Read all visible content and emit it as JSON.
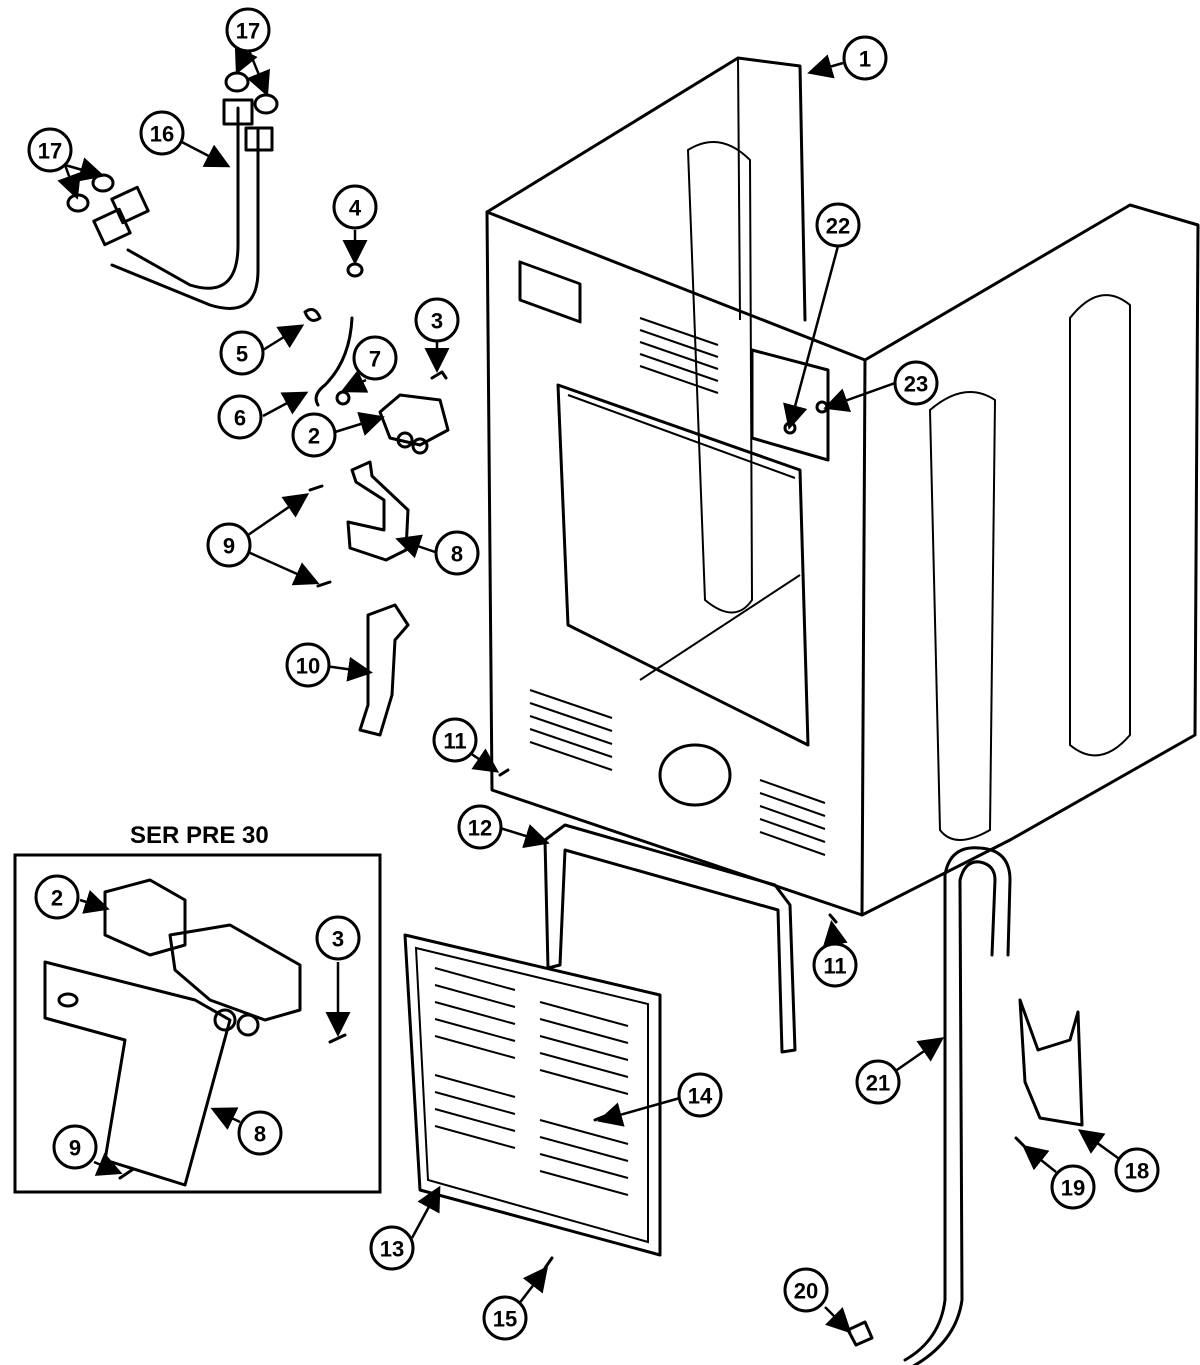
{
  "inset": {
    "title": "SER PRE 30"
  },
  "callouts": {
    "c1": "1",
    "c2": "2",
    "c3": "3",
    "c4": "4",
    "c5": "5",
    "c6": "6",
    "c7": "7",
    "c8": "8",
    "c9": "9",
    "c10": "10",
    "c11a": "11",
    "c11b": "11",
    "c12": "12",
    "c13": "13",
    "c14": "14",
    "c15": "15",
    "c16": "16",
    "c17a": "17",
    "c17b": "17",
    "c18": "18",
    "c19": "19",
    "c20": "20",
    "c21": "21",
    "c22": "22",
    "c23": "23",
    "i2": "2",
    "i3": "3",
    "i8": "8",
    "i9": "9"
  }
}
